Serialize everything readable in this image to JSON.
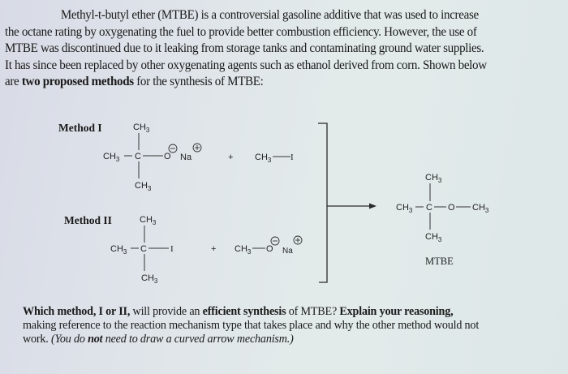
{
  "intro": {
    "line1": "Methyl-t-butyl ether (MTBE) is a controversial gasoline additive that was used to increase",
    "line2": "the octane rating by oxygenating the fuel to provide better combustion efficiency. However, the use of",
    "line3": "MTBE was discontinued due to it leaking from storage tanks and contaminating ground water supplies.",
    "line4": "It has since been replaced by other oxygenating agents such as ethanol derived from corn. Shown below",
    "line5_pre": "are ",
    "line5_bold": "two proposed methods",
    "line5_post": " for the synthesis of MTBE:"
  },
  "methods": [
    {
      "label": "Method I",
      "reactant1": {
        "top": "CH3",
        "left": "CH3",
        "center": "C",
        "right": "O",
        "bottom": "CH3",
        "counterion": "Na",
        "anion_charge": "−",
        "cation_charge": "+"
      },
      "plus": "+",
      "reactant2": {
        "left": "CH3",
        "right": "I"
      }
    },
    {
      "label": "Method II",
      "reactant1": {
        "top": "CH3",
        "left": "CH3",
        "center": "C",
        "right": "I",
        "bottom": "CH3"
      },
      "plus": "+",
      "reactant2": {
        "left": "CH3",
        "right": "O",
        "counterion": "Na",
        "anion_charge": "−",
        "cation_charge": "+"
      }
    }
  ],
  "product": {
    "top": "CH3",
    "left": "CH3",
    "center": "C",
    "oxygen": "O",
    "right": "CH3",
    "bottom": "CH3",
    "name": "MTBE"
  },
  "question": {
    "b1": "Which method, I or II,",
    "t1": " will provide an ",
    "b2": "efficient synthesis",
    "t2": " of MTBE? ",
    "b3": "Explain your reasoning,",
    "line2": "making reference to the reaction mechanism type that takes place and why the other method would not",
    "line3_pre": "work. ",
    "i1": "(You do ",
    "ib": "not",
    "i2": " need to draw a curved arrow mechanism.)"
  }
}
